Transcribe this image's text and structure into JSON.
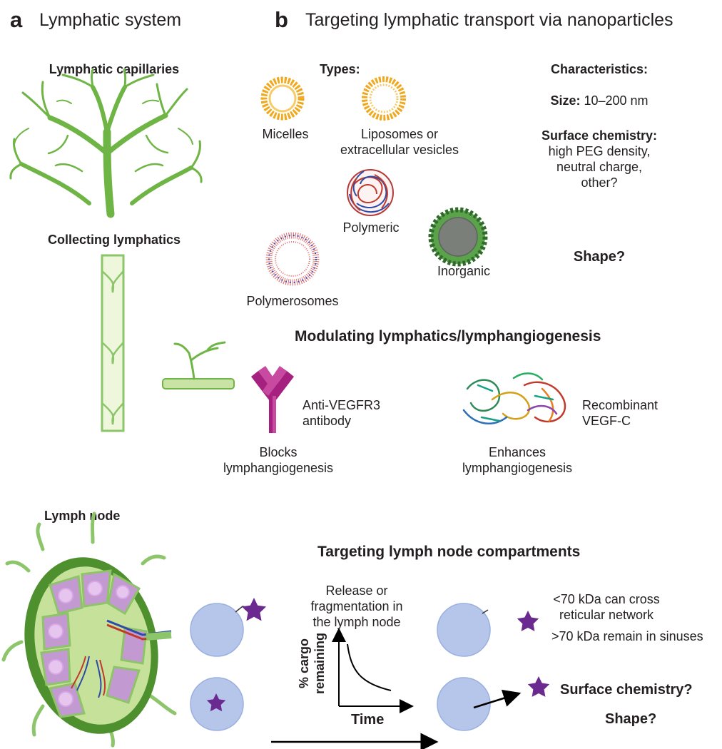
{
  "panel_a": {
    "letter": "a",
    "title": "Lymphatic system",
    "capillaries": "Lymphatic capillaries",
    "collecting": "Collecting lymphatics",
    "lymph_node": "Lymph node"
  },
  "panel_b": {
    "letter": "b",
    "title": "Targeting lymphatic transport via nanoparticles",
    "types_heading": "Types:",
    "types": {
      "micelles": "Micelles",
      "liposomes_1": "Liposomes or",
      "liposomes_2": "extracellular vesicles",
      "polymeric": "Polymeric",
      "inorganic": "Inorganic",
      "polymerosomes": "Polymerosomes"
    },
    "characteristics": {
      "heading": "Characteristics:",
      "size_label": "Size:",
      "size_value": "10–200 nm",
      "surface_heading": "Surface chemistry:",
      "surface_line1": "high PEG density,",
      "surface_line2": "neutral charge,",
      "surface_line3": "other?",
      "shape": "Shape?"
    },
    "modulating": {
      "heading": "Modulating lymphatics/lymphangiogenesis",
      "antibody_1": "Anti-VEGFR3",
      "antibody_2": "antibody",
      "blocks_1": "Blocks",
      "blocks_2": "lymphangiogenesis",
      "vegf_1": "Recombinant",
      "vegf_2": "VEGF-C",
      "enhances_1": "Enhances",
      "enhances_2": "lymphangiogenesis"
    },
    "compartments": {
      "heading": "Targeting lymph node compartments",
      "release_1": "Release or",
      "release_2": "fragmentation in",
      "release_3": "the lymph node",
      "ylabel_1": "% cargo",
      "ylabel_2": "remaining",
      "xlabel": "Time",
      "cross_1": "<70 kDa can cross",
      "cross_2": "reticular network",
      "remain": ">70 kDa remain in sinuses",
      "surface_q": "Surface chemistry?",
      "shape_q": "Shape?"
    }
  },
  "colors": {
    "lymph_green": "#6fb545",
    "vessel_light": "#eef6dc",
    "vessel_edge": "#8cc56a",
    "micelle_orange": "#f0a91f",
    "antibody_magenta": "#a5207f",
    "nanoparticle_blue": "#b6c6ea",
    "cargo_purple": "#6b2a8f",
    "node_purple": "#c29ad1"
  }
}
